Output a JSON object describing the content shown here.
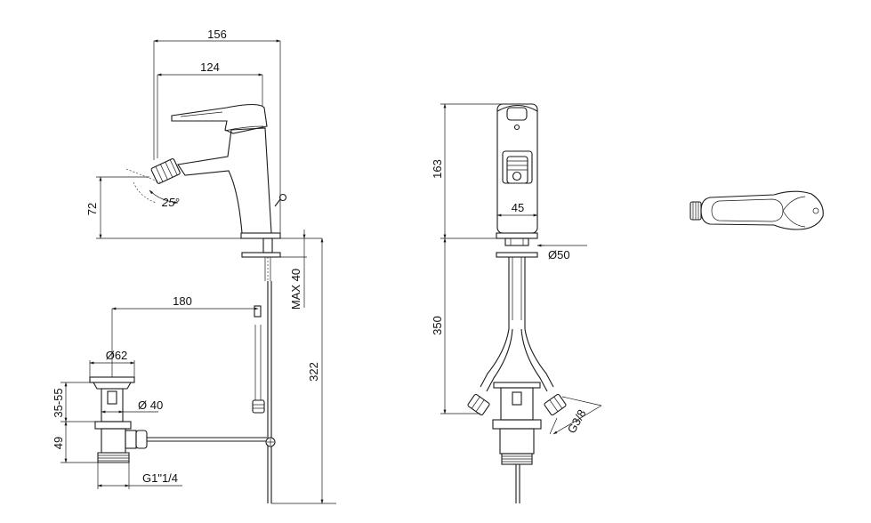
{
  "dimensions": {
    "overall_length": "156",
    "spout_reach": "124",
    "spout_height": "72",
    "spout_angle": "25°",
    "max_deck_thickness": "MAX 40",
    "pop_up_rod_distance": "180",
    "total_depth": "322",
    "waste_diameter_top": "Ø62",
    "waste_diameter": "Ø 40",
    "waste_adjust": "35-55",
    "waste_height": "49",
    "waste_thread": "G1\"1/4",
    "body_height": "163",
    "body_width": "45",
    "base_diameter": "Ø50",
    "hose_length": "350",
    "hose_connection": "G3/8"
  }
}
